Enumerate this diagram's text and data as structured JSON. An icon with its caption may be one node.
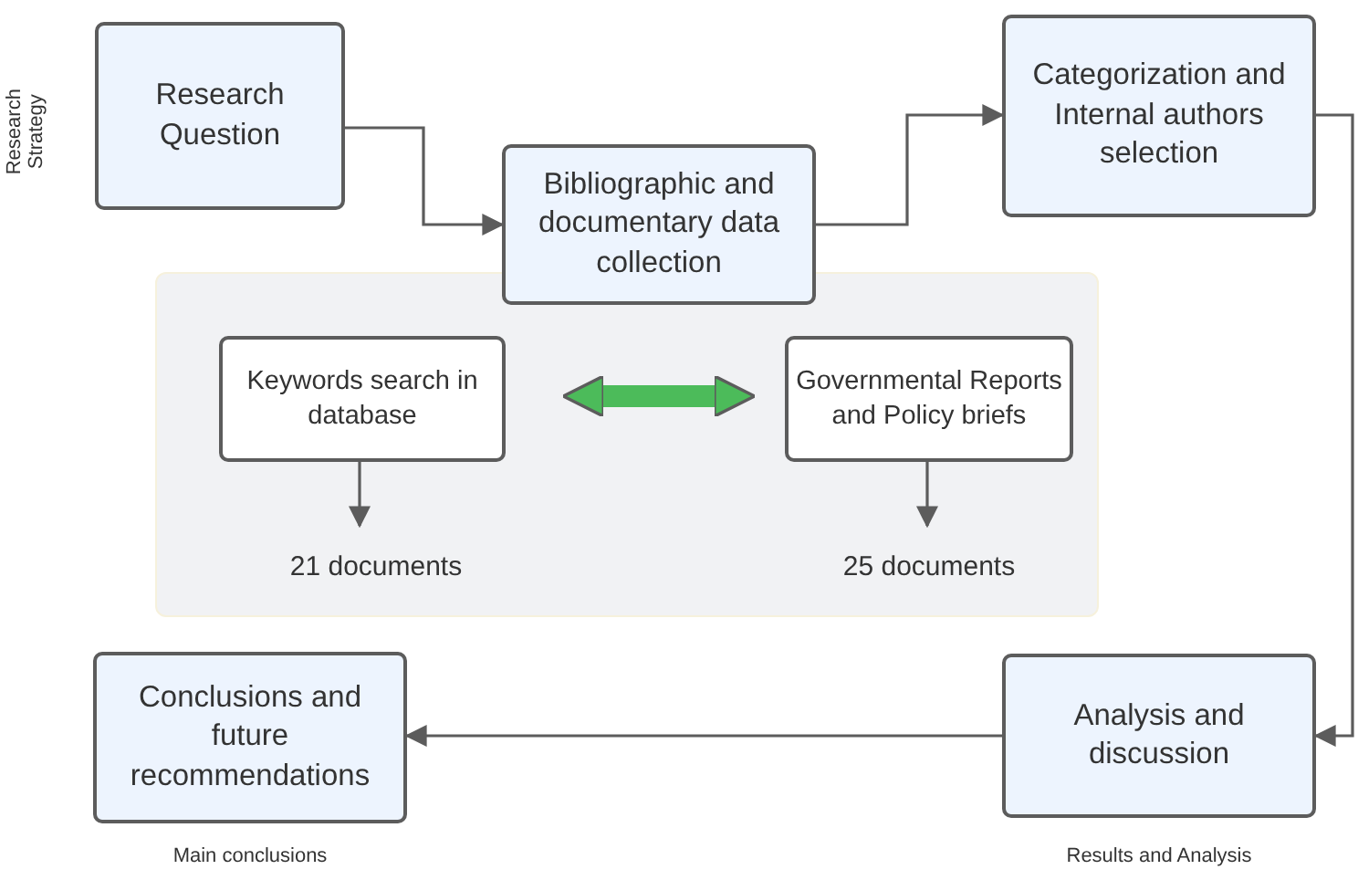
{
  "diagram": {
    "nodes": [
      {
        "text": [
          "Research Question"
        ],
        "beside": [
          "Research Strategy"
        ]
      },
      {
        "text": [
          "Bibliographic and documentary data collection"
        ]
      },
      {
        "text": [
          "Categorization and Internal authors selection"
        ]
      },
      {
        "text": [],
        "shape": "box"
      },
      {
        "text": [
          "Keywords search in database"
        ],
        "in": 3
      },
      {
        "text": [
          "Governmental Reports and Policy briefs"
        ],
        "in": 3
      },
      {
        "text": [
          "21 documents"
        ],
        "in": 3
      },
      {
        "text": [
          "25 documents"
        ],
        "in": 3
      },
      {
        "text": [
          "Conclusions and future recommendations"
        ],
        "beside": [
          "Main conclusions"
        ]
      },
      {
        "text": [
          "Analysis and discussion"
        ],
        "beside": [
          "Results and Analysis"
        ]
      }
    ],
    "edges": [
      {
        "from": 0,
        "to": 1,
        "arrow": "to"
      },
      {
        "from": 1,
        "to": 2,
        "arrow": "to"
      },
      {
        "from": 4,
        "to": 5,
        "arrow": "both",
        "style": "thick",
        "color": "#4cbb5a"
      },
      {
        "from": 4,
        "to": 6,
        "arrow": "to"
      },
      {
        "from": 5,
        "to": 7,
        "arrow": "to"
      },
      {
        "from": 2,
        "to": 9,
        "arrow": "to"
      },
      {
        "from": 9,
        "to": 8,
        "arrow": "to"
      }
    ]
  }
}
